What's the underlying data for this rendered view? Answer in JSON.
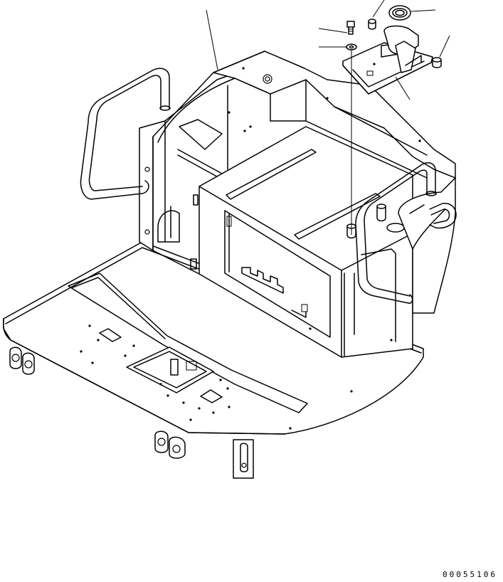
{
  "drawing": {
    "number": "00055106",
    "subject": "operator-floor-frame-assembly"
  },
  "parts": [
    {
      "name": "floor-frame"
    },
    {
      "name": "left-handrail"
    },
    {
      "name": "right-handrail"
    },
    {
      "name": "seat-mount-bracket"
    },
    {
      "name": "bolt"
    },
    {
      "name": "washer"
    },
    {
      "name": "bushing-left"
    },
    {
      "name": "bushing-right"
    },
    {
      "name": "grommet"
    }
  ],
  "colors": {
    "line": "#000000",
    "background": "#ffffff"
  }
}
